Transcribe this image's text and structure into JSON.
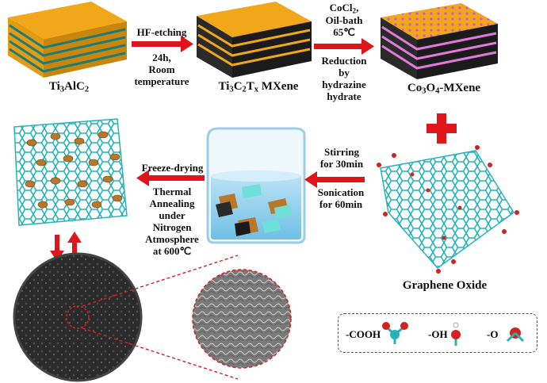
{
  "materials": {
    "ti3alc2": {
      "main": "Ti",
      "s1": "3",
      "mid": "AlC",
      "s2": "2"
    },
    "ti3c2tx": {
      "main": "Ti",
      "s1": "3",
      "mid": "C",
      "s2": "2",
      "mid2": "T",
      "s3": "x",
      "tail": " MXene"
    },
    "co3o4": {
      "main": "Co",
      "s1": "3",
      "mid": "O",
      "s2": "4",
      "tail": "-MXene"
    },
    "graphene_oxide": "Graphene Oxide"
  },
  "steps": {
    "step1": [
      "HF-etching",
      "24h,",
      "Room",
      "temperature"
    ],
    "step2_above": {
      "line1_main": "CoCl",
      "line1_sub": "2",
      "line1_end": ",",
      "line2": "Oil-bath",
      "line3": "65℃"
    },
    "step2_below": [
      "Reduction",
      "by",
      "hydrazine",
      "hydrate"
    ],
    "step3": [
      "Stirring",
      "for 30min"
    ],
    "step4": [
      "Sonication",
      "for 60min"
    ],
    "step5": [
      "Freeze-drying"
    ],
    "step6": [
      "Thermal",
      "Annealing",
      "under",
      "Nitrogen",
      "Atmosphere",
      "at 600℃"
    ]
  },
  "legend": {
    "cooh": "-COOH",
    "oh": "-OH",
    "o": "-O"
  },
  "colors": {
    "arrow": "#e0151b",
    "mxene_top": "#f0a81a",
    "mxene_dark": "#2a2a2a",
    "mxene_teal": "#2bb3a8",
    "graphene": "#27b2b8",
    "oxygen": "#d1231f",
    "co3o4_dot": "#d654d6",
    "particle": "#b9772a"
  }
}
